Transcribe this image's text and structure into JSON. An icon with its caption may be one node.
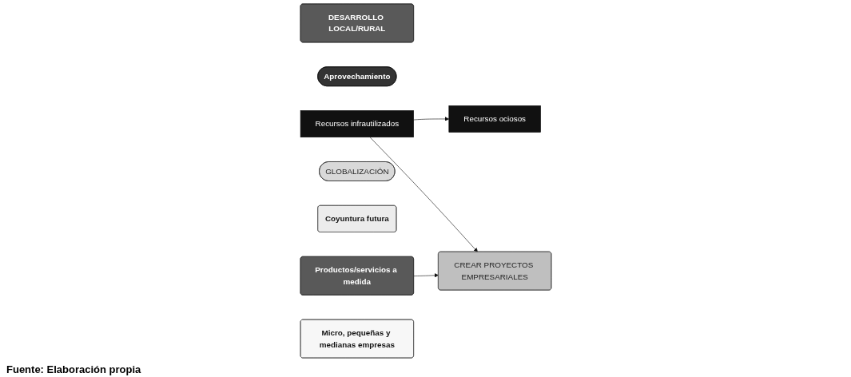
{
  "diagram": {
    "caption": "Fuente: Elaboración propia",
    "nodes": [
      {
        "text": [
          "DESARROLLO LOCAL/RURAL"
        ]
      },
      {
        "text": [
          "Aprovechamiento"
        ]
      },
      {
        "text": [
          "Recursos ociosos"
        ]
      },
      {
        "text": [
          "Recursos infrautilizados"
        ]
      },
      {
        "text": [
          "GLOBALIZACIÓN"
        ]
      },
      {
        "text": [
          "Coyuntura futura"
        ]
      },
      {
        "text": [
          "Productos/servicios a medida"
        ]
      },
      {
        "text": [
          "CREAR PROYECTOS EMPRESARIALES"
        ]
      },
      {
        "text": [
          "Micro, pequeñas y medianas empresas"
        ]
      }
    ],
    "edges": [
      {
        "from": 3,
        "to": 2,
        "arrow": "to"
      },
      {
        "from": 3,
        "to": 7,
        "arrow": "to"
      },
      {
        "from": 6,
        "to": 7,
        "arrow": "to"
      }
    ]
  }
}
